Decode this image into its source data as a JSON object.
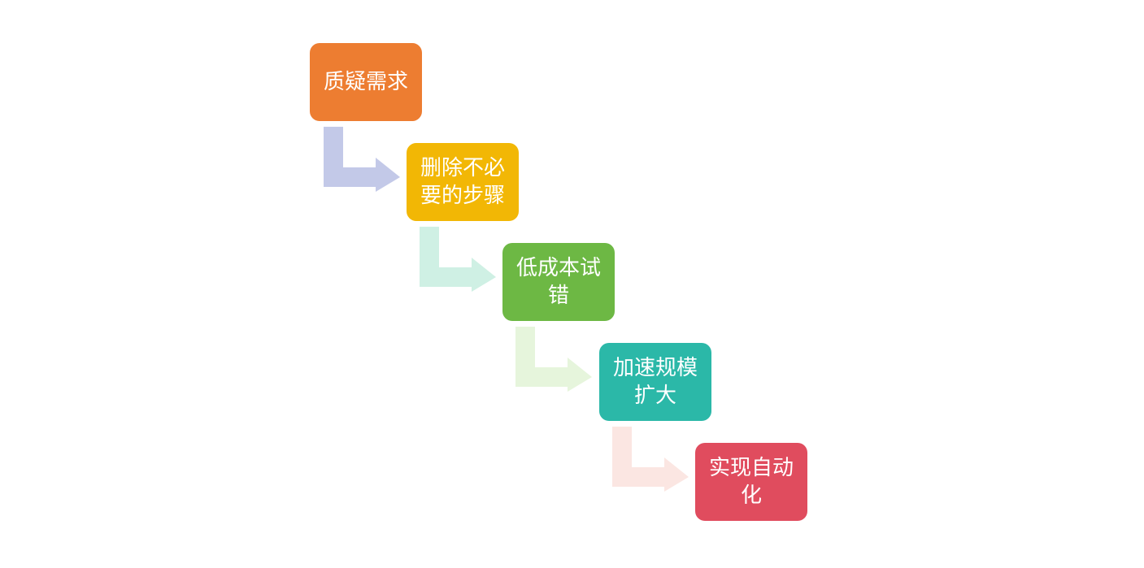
{
  "diagram": {
    "steps": [
      {
        "label": "质疑需求",
        "color": "#ED7D31"
      },
      {
        "label": "删除不必要的步骤",
        "color": "#F2B705"
      },
      {
        "label": "低成本试错",
        "color": "#6DB844"
      },
      {
        "label": "加速规模扩大",
        "color": "#2BB8A8"
      },
      {
        "label": "实现自动化",
        "color": "#E04C5E"
      }
    ],
    "arrows": [
      {
        "color": "#C3C9E8"
      },
      {
        "color": "#CFF0E4"
      },
      {
        "color": "#E6F5DC"
      },
      {
        "color": "#FBE6E2"
      }
    ]
  }
}
